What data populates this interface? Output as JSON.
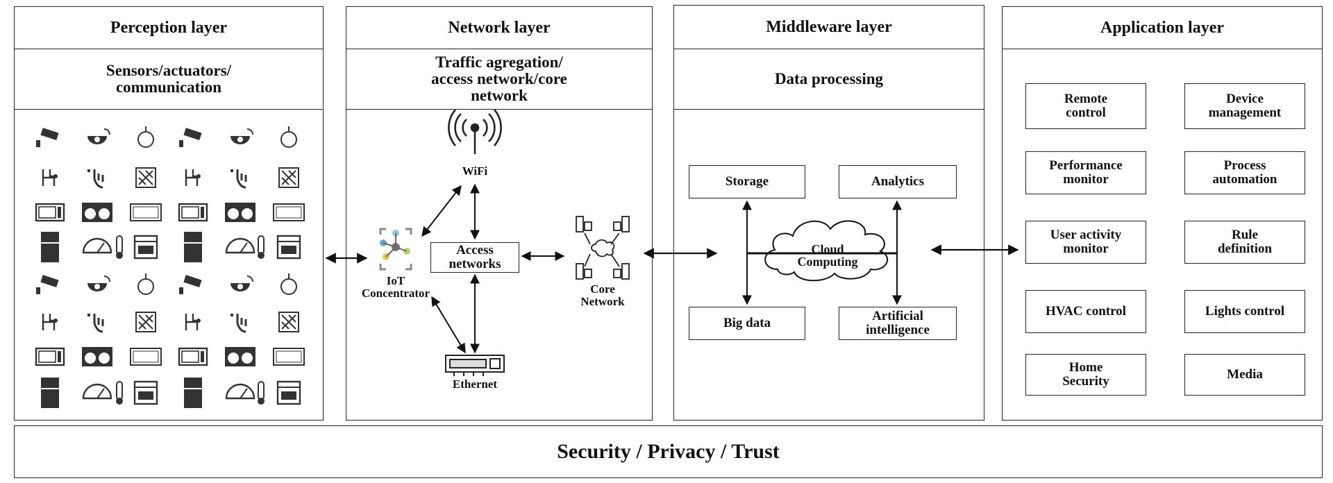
{
  "layers": {
    "perception": {
      "title": "Perception layer",
      "subtitle": "Sensors/actuators/\ncommunication"
    },
    "network": {
      "title": "Network layer",
      "subtitle": "Traffic agregation/\naccess network/core\nnetwork"
    },
    "middleware": {
      "title": "Middleware layer",
      "subtitle": "Data processing"
    },
    "application": {
      "title": "Application layer"
    }
  },
  "network": {
    "wifi": "WiFi",
    "iot": "IoT\nConcentrator",
    "access": "Access\nnetworks",
    "core": "Core\nNetwork",
    "ethernet": "Ethernet"
  },
  "middleware": {
    "storage": "Storage",
    "analytics": "Analytics",
    "cloud": "Cloud\nComputing",
    "bigdata": "Big data",
    "ai": "Artificial\nintelligence"
  },
  "applications": [
    "Remote\ncontrol",
    "Device\nmanagement",
    "Performance\nmonitor",
    "Process\nautomation",
    "User activity\nmonitor",
    "Rule\ndefinition",
    "HVAC control",
    "Lights control",
    "Home\nSecurity",
    "Media"
  ],
  "footer": "Security / Privacy / Trust",
  "perception_icons": [
    "camera-icon",
    "dome-camera-icon",
    "bulb-icon",
    "circuit-icon",
    "touch-icon",
    "grid-panel-icon",
    "microwave-icon",
    "washer-icon",
    "thermostat-icon",
    "fridge-icon",
    "gauge-icon",
    "thermometer-icon",
    "oven-icon"
  ]
}
